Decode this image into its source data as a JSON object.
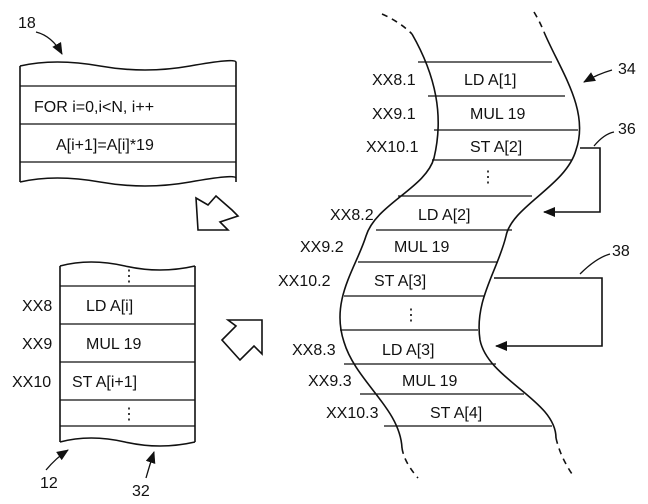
{
  "source_box": {
    "ref": "18",
    "lines": [
      "FOR  i=0,i<N, i++",
      "A[i+1]=A[i]*19"
    ]
  },
  "left_stack": {
    "ref_bottom_left": "12",
    "ref_bottom_right": "32",
    "rows": [
      {
        "addr": "XX8",
        "instr": "LD  A[i]"
      },
      {
        "addr": "XX9",
        "instr": "MUL 19"
      },
      {
        "addr": "XX10",
        "instr": "ST  A[i+1]"
      }
    ]
  },
  "right_stack": {
    "ref_stack": "34",
    "ref_arrow_1": "36",
    "ref_arrow_2": "38",
    "rows": [
      {
        "addr": "XX8.1",
        "instr": "LD  A[1]"
      },
      {
        "addr": "XX9.1",
        "instr": "MUL 19"
      },
      {
        "addr": "XX10.1",
        "instr": "ST  A[2]"
      },
      {
        "addr": "XX8.2",
        "instr": "LD  A[2]"
      },
      {
        "addr": "XX9.2",
        "instr": "MUL 19"
      },
      {
        "addr": "XX10.2",
        "instr": "ST  A[3]"
      },
      {
        "addr": "XX8.3",
        "instr": "LD  A[3]"
      },
      {
        "addr": "XX9.3",
        "instr": "MUL 19"
      },
      {
        "addr": "XX10.3",
        "instr": "ST  A[4]"
      }
    ]
  }
}
